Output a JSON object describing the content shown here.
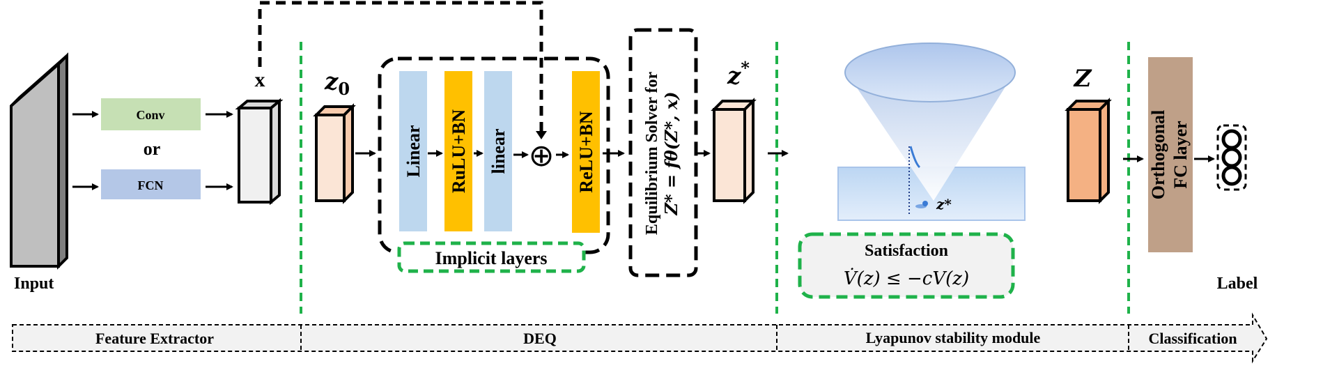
{
  "input": {
    "label": "Input"
  },
  "extractor": {
    "conv": "Conv",
    "or": "or",
    "fcn": "FCN",
    "x_label": "x"
  },
  "deq": {
    "z0_main": "z",
    "z0_sub": "0",
    "implicit": [
      "Linear",
      "RuLU+BN",
      "linear",
      "ReLU+BN"
    ],
    "plus": "⊕",
    "implicit_label": "Implicit layers",
    "solver_line1": "Equilibrium Solver for",
    "solver_line2": "Z* = fθ(Z*, x)",
    "zstar_main": "z",
    "zstar_sup": "*"
  },
  "lyapunov": {
    "point_label": "z*",
    "satisfaction_title": "Satisfaction",
    "satisfaction_formula": "V̇(z) ≤ −cV(z)"
  },
  "classifier": {
    "z_label": "Z",
    "fc_line1": "Orthogonal",
    "fc_line2": "FC layer",
    "label": "Label"
  },
  "stages": [
    "Feature Extractor",
    "DEQ",
    "Lyapunov stability module",
    "Classification"
  ],
  "colors": {
    "conv": "#c6e0b4",
    "fcn": "#b4c7e7",
    "linear": "#bdd7ee",
    "relu": "#ffc000",
    "z0": "#fbe5d6",
    "z_final": "#f4b183",
    "fc": "#bfa088",
    "green_dash": "#1fb24a",
    "input_gray": "#bfbfbf"
  }
}
